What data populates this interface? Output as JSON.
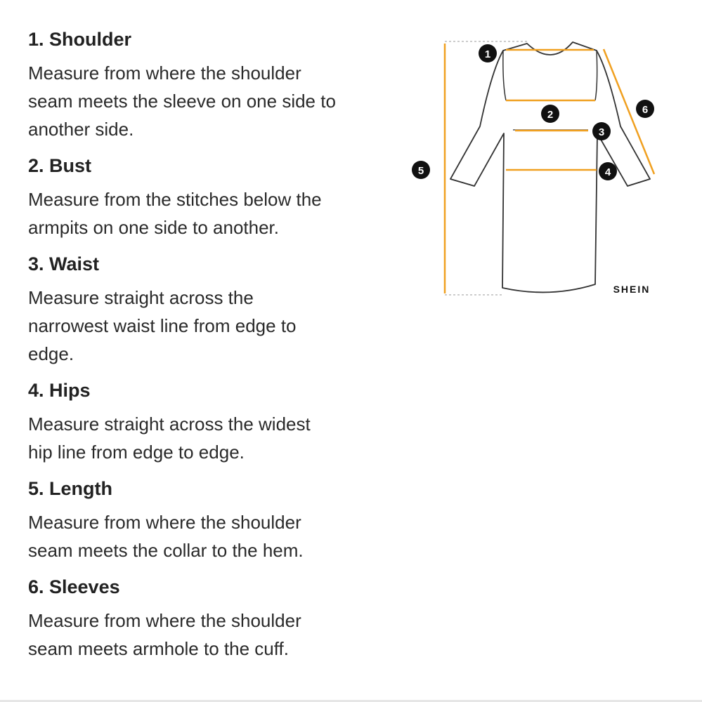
{
  "guide": {
    "items": [
      {
        "title": "1. Shoulder",
        "desc": "Measure from where the shoulder\nseam meets the sleeve on one side to\nanother side."
      },
      {
        "title": "2. Bust",
        "desc": "Measure from the stitches below the\narmpits on one side to another."
      },
      {
        "title": "3. Waist",
        "desc": "Measure straight across the\nnarrowest waist line from edge to\nedge."
      },
      {
        "title": "4. Hips",
        "desc": "Measure straight across the widest\nhip line from edge to edge."
      },
      {
        "title": "5. Length",
        "desc": "Measure from where the shoulder\nseam meets the collar to the hem."
      },
      {
        "title": "6. Sleeves",
        "desc": "Measure from where the shoulder\nseam meets armhole to the cuff."
      }
    ]
  },
  "diagram": {
    "brand": "SHEIN",
    "markers": [
      "1",
      "2",
      "3",
      "4",
      "5",
      "6"
    ],
    "colors": {
      "measure_line": "#f0a020",
      "outline": "#333333",
      "marker_bg": "#111111",
      "marker_text": "#ffffff"
    }
  }
}
